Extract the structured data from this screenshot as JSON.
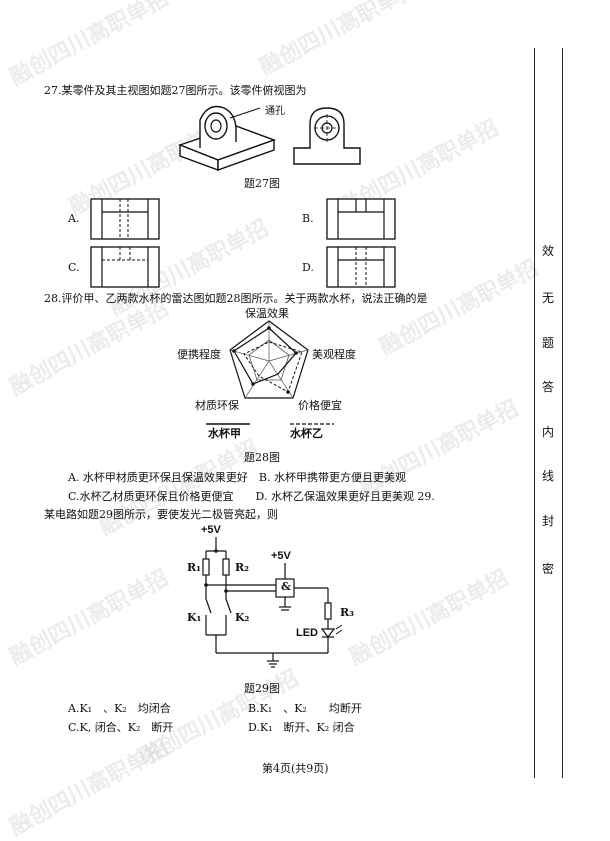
{
  "watermark": "融创四川高职单招",
  "q27": {
    "stem": "27.某零件及其主视图如题27图所示。该零件俯视图为",
    "hole_label": "通孔",
    "caption": "题27图",
    "options": [
      "A.",
      "B.",
      "C.",
      "D."
    ]
  },
  "q28": {
    "stem": "28.评价甲、乙两款水杯的雷达图如题28图所示。关于两款水杯，说法正确的是",
    "radar": {
      "top": "保温效果",
      "left": "便携程度",
      "right": "美观程度",
      "bottom_left": "材质环保",
      "bottom_right": "价格便宜"
    },
    "legend_a": "水杯甲",
    "legend_b": "水杯乙",
    "caption": "题28图",
    "opt_ab": "A. 水杯甲材质更环保且保温效果更好　B. 水杯甲携带更方便且更美观",
    "opt_cd": "C.水杯乙材质更环保且价格更便宜　　D. 水杯乙保温效果更好且更美观 29.",
    "q29_stem": "某电路如题29图所示，要使发光二极管亮起，则"
  },
  "q29": {
    "v1": "+5V",
    "v2": "+5V",
    "r1": "R₁",
    "r2": "R₂",
    "r3": "R₃",
    "k1": "K₁",
    "k2": "K₂",
    "gate": "&",
    "led": "LED",
    "caption": "题29图",
    "opt_a": "A.K₁　、K₂　均闭合",
    "opt_b": "B.K₁　、K₂　　均断开",
    "opt_c": "C.K, 闭合、K₂　断开",
    "opt_d": "D.K₁　断开、K₂ 闭合"
  },
  "footer": "第4页(共9页)",
  "binding": [
    "密",
    "封",
    "线",
    "内",
    "答",
    "题",
    "无",
    "效"
  ]
}
